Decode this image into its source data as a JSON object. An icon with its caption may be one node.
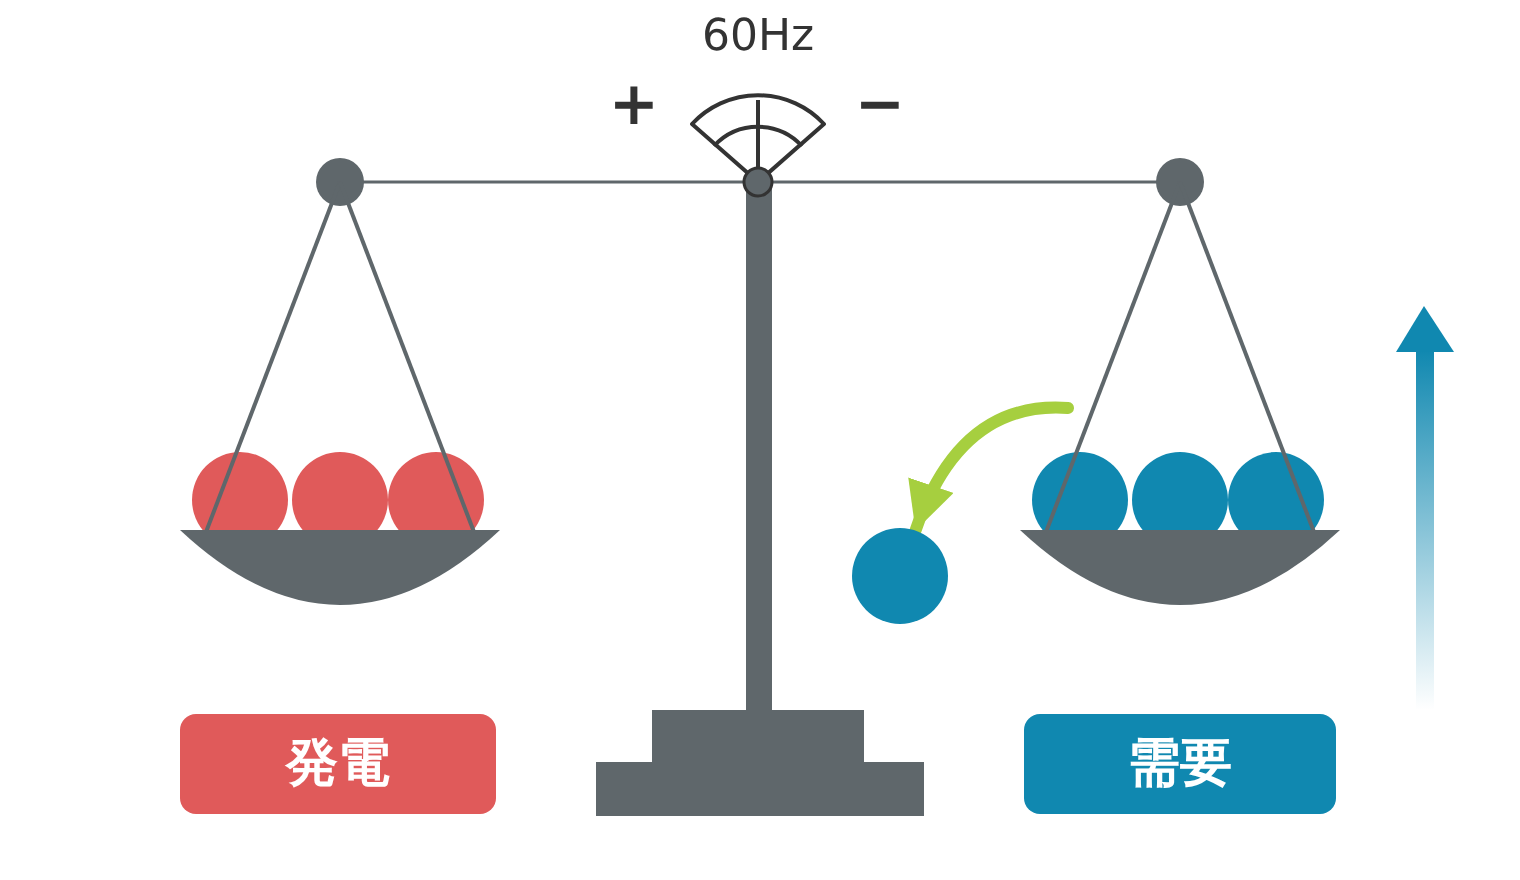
{
  "diagram": {
    "nodes": [
      {
        "text": [
          "発電"
        ]
      },
      {
        "text": [
          "需要"
        ]
      },
      {
        "text": [],
        "shape": "circle"
      }
    ],
    "edges": [
      {
        "from": null,
        "to": 2,
        "arrow": "to",
        "color": "#a6cf3f"
      }
    ],
    "labels": [
      "60Hz",
      "+",
      "−"
    ]
  }
}
